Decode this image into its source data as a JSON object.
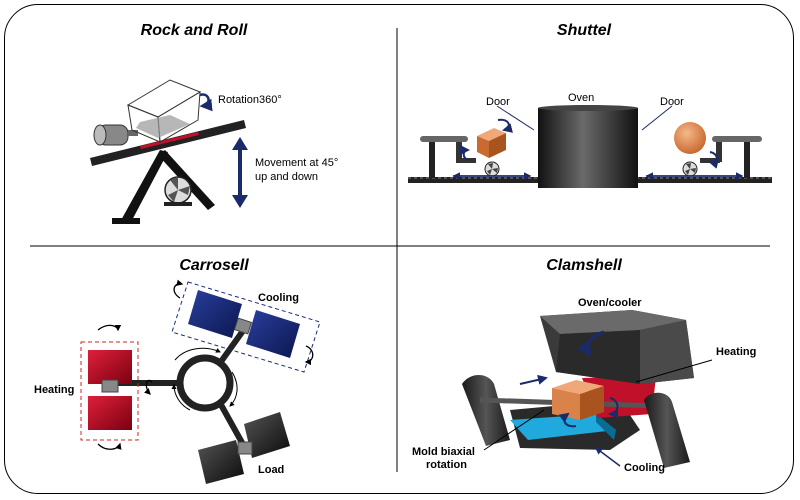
{
  "panels": {
    "rock_and_roll": {
      "title": "Rock and Roll",
      "rotation_label": "Rotation360°",
      "movement_label_line1": "Movement at 45°",
      "movement_label_line2": "up and down"
    },
    "shuttel": {
      "title": "Shuttel",
      "oven_label": "Oven",
      "door_left_label": "Door",
      "door_right_label": "Door"
    },
    "carrosell": {
      "title": "Carrosell",
      "cooling_label": "Cooling",
      "heating_label": "Heating",
      "load_label": "Load"
    },
    "clamshell": {
      "title": "Clamshell",
      "oven_cooler_label": "Oven/cooler",
      "heating_label": "Heating",
      "mold_label_line1": "Mold biaxial",
      "mold_label_line2": "rotation",
      "cooling_label": "Cooling"
    }
  },
  "colors": {
    "mold_orange": "#d9824a",
    "heating_red": "#c0102a",
    "cooling_navy": "#1b2a78",
    "cooling_cyan": "#1fa9dd",
    "arrow_navy": "#1b2a6b",
    "dark_gray": "#333333"
  }
}
